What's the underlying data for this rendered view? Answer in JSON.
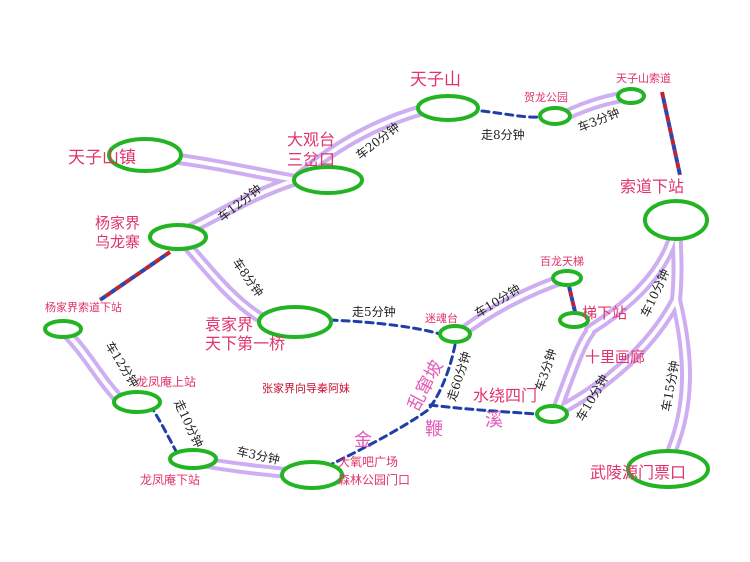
{
  "colors": {
    "route_glow": "#c9a6f0",
    "route_line": "#ffffff",
    "walk": "#1f3fa6",
    "cable_red": "#c8202b",
    "cable_blue": "#2647b8",
    "stop_fill": "#ffffff",
    "stop_stroke": "#22b422",
    "label": "#e0336a",
    "pink_label": "#e35cb7",
    "guide": "#c8102e"
  },
  "stations": {
    "tianzishan_town": "天子山镇",
    "daguantai_1": "大观台",
    "daguantai_2": "三岔口",
    "tianzishan": "天子山",
    "helong_park": "贺龙公园",
    "tianzishan_cableway": "天子山索道",
    "cableway_lower": "索道下站",
    "yangjiajie_1": "杨家界",
    "yangjiajie_2": "乌龙寨",
    "yangjiajie_cableway": "杨家界索道下站",
    "yuanjiajie_1": "袁家界",
    "yuanjiajie_2": "天下第一桥",
    "mihun_tai": "迷魂台",
    "bailong_elevator": "百龙天梯",
    "elevator_lower": "梯下站",
    "shili_hualang": "十里画廊",
    "shuirao_simen": "水绕四门",
    "wulingyuan_gate": "武陵源门票口",
    "longfeng_upper": "龙凤庵上站",
    "longfeng_lower": "龙凤庵下站",
    "oxygen_bar_1": "大氧吧广场",
    "oxygen_bar_2": "森林公园门口"
  },
  "times": {
    "bus_20": "车20分钟",
    "walk_8": "走8分钟",
    "bus_3_top": "车3分钟",
    "bus_12_upper": "车12分钟",
    "bus_8": "车8分钟",
    "walk_5": "走5分钟",
    "bus_10_mihun": "车10分钟",
    "bus_10_cable": "车10分钟",
    "bus_3_right": "车3分钟",
    "bus_10_right": "车10分钟",
    "bus_15": "车15分钟",
    "walk_60": "走60分钟",
    "bus_12_left": "车12分钟",
    "walk_10": "走10分钟",
    "bus_3_bottom": "车3分钟"
  },
  "streams": {
    "luanchuan_po": "乱窜坡",
    "jinbian_xi": [
      "金",
      "鞭",
      "溪"
    ]
  },
  "guide_credit": "张家界向导秦阿妹"
}
